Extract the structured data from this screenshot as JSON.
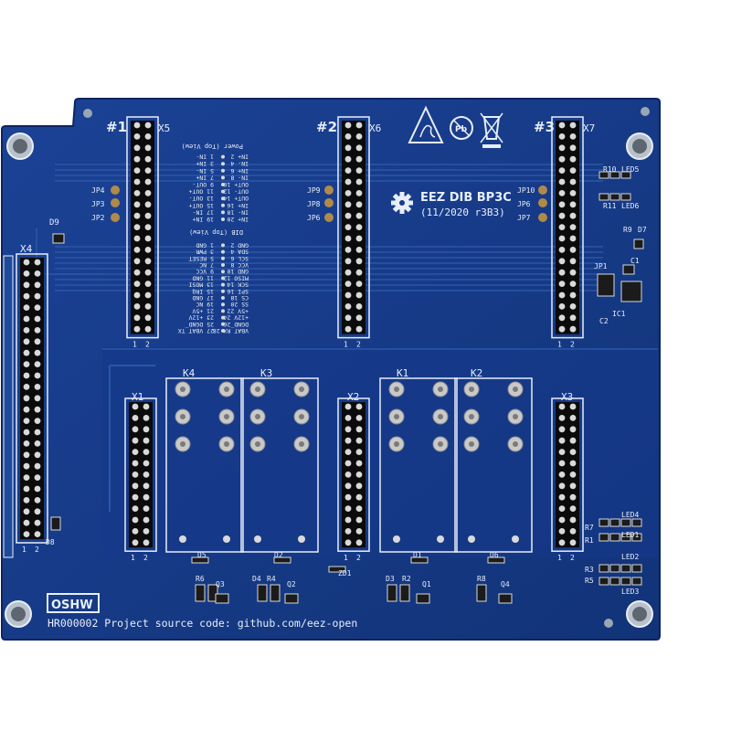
{
  "board": {
    "colors": {
      "pcb": "#163a8a",
      "pcb_dark": "#0f2c70",
      "silkscreen": "#e8eef8",
      "pad": "#d9d9d9",
      "header": "#0b0b0b"
    },
    "title": "EEZ DIB BP3C",
    "revision": "(11/2020 r3B3)",
    "source": "HR000002 Project source code: github.com/eez-open",
    "oshw": "OSHW",
    "slots": [
      "#1",
      "#2",
      "#3"
    ],
    "top_headers": [
      "X5",
      "X6",
      "X7"
    ],
    "bottom_headers": [
      "X1",
      "X2",
      "X3"
    ],
    "side_header": "X4",
    "relays": [
      "K4",
      "K3",
      "K1",
      "K2"
    ],
    "jumpers_left": [
      "JP4",
      "JP3",
      "JP2"
    ],
    "jumpers_mid": [
      "JP9",
      "JP8",
      "JP6"
    ],
    "jumpers_right": [
      "JP10",
      "JP6",
      "JP7"
    ],
    "right_labels": [
      "R10",
      "LED5",
      "R11",
      "LED6",
      "R9",
      "D7",
      "JP1",
      "C1",
      "IC1",
      "C2"
    ],
    "led_labels": [
      "LED4",
      "R7",
      "LED1",
      "R1",
      "LED2",
      "R3",
      "R5",
      "LED3"
    ],
    "diode_labels": [
      "D5",
      "D2",
      "D1",
      "D6"
    ],
    "bottom_labels": [
      "R6",
      "Q3",
      "D4",
      "R4",
      "Q2",
      "ZD1",
      "D3",
      "R2",
      "Q1",
      "R8",
      "Q4"
    ],
    "misc_labels": [
      "D9",
      "D8"
    ],
    "pin_numbers": [
      "1",
      "2"
    ],
    "pinout_right": [
      "VBAT_RX 28",
      "DGND 26",
      "+12V 24",
      "+5V 22",
      "SS 20",
      "CS 18",
      "SPI 16",
      "SCK 14",
      "MISO 12",
      "GND 10",
      "VCC 8",
      "SCL 6",
      "SDA 4",
      "GND 2"
    ],
    "pinout_left": [
      "27 VBAT_TX",
      "25 DGND",
      "23 +12V",
      "21 +5V",
      "19 NC",
      "17 GND",
      "15 IRQ",
      "13 MOSI",
      "11 GND",
      "9 VCC",
      "7 NC",
      "5 RESET",
      "3 PWR",
      "1 GND"
    ],
    "pinout_caption_top": "DIB (Top View)",
    "power_right": [
      "IN+ 20",
      "IN- 18",
      "IN+ 16",
      "OUT+ 14",
      "OUT- 12",
      "OUT+ 10",
      "IN- 8",
      "IN+ 6",
      "IN- 4",
      "IN+ 2"
    ],
    "power_left": [
      "19 IN+",
      "17 IN-",
      "15 OUT+",
      "13 OUT-",
      "11 OUT+",
      "9 OUT-",
      "7 IN+",
      "5 IN-",
      "3 IN+",
      "1 IN-"
    ],
    "pinout_caption_bottom": "Power (Top View)"
  }
}
